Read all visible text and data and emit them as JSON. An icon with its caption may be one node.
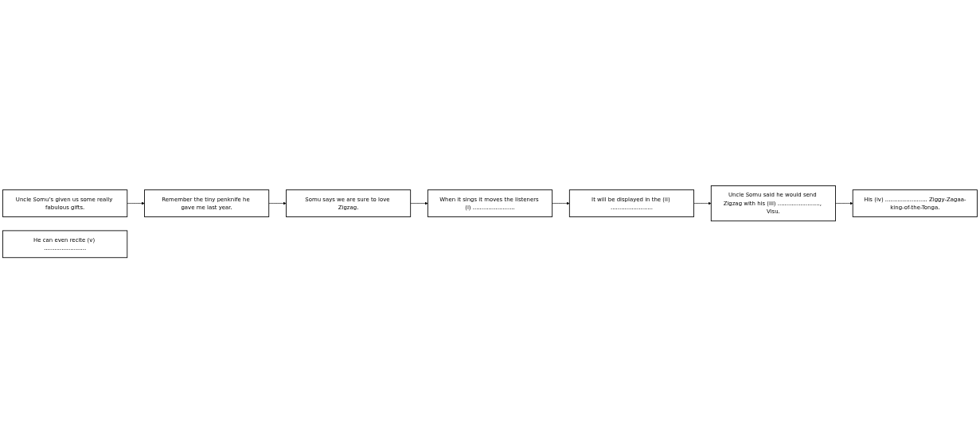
{
  "diagram": {
    "nodes": [
      {
        "text": [
          "Uncle Somu’s given us some really fabulous gifts."
        ]
      },
      {
        "text": [
          "Remember the tiny penknife he gave me last year."
        ]
      },
      {
        "text": [
          "When it sings it moves the listeners (i) ........................"
        ]
      },
      {
        "text": [
          "Somu says we are sure to love Zigzag."
        ]
      },
      {
        "text": [
          "It will be displayed in the (ii) ........................"
        ]
      },
      {
        "text": [
          "Uncle Somu said he would send Zigzag with his (iii) ........................, Visu."
        ]
      },
      {
        "text": [
          "He can even recite (v) ........................"
        ]
      },
      {
        "text": [
          "His (iv) ........................ Ziggy-Zagaa-king-of-the-Tonga."
        ]
      }
    ],
    "edges": [
      {
        "from": 0,
        "to": 1,
        "arrow": "to"
      },
      {
        "from": 1,
        "to": 3,
        "arrow": "to"
      },
      {
        "from": 3,
        "to": 2,
        "arrow": "to"
      },
      {
        "from": 2,
        "to": 4,
        "arrow": "to"
      },
      {
        "from": 4,
        "to": 5,
        "arrow": "to"
      },
      {
        "from": 5,
        "to": 7,
        "arrow": "to"
      }
    ]
  }
}
